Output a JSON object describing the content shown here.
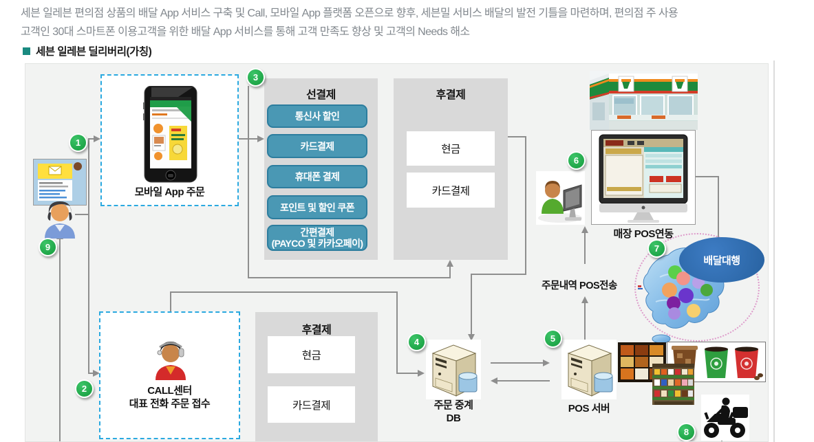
{
  "intro": {
    "line1": "세븐 일레븐 편의점 상품의 배달 App 서비스 구축 및 Call, 모바일 App 플랫폼 오픈으로 향후, 세븐밀 서비스 배달의 발전 기틀을 마련하며, 편의점 주 사용",
    "line2": "고객인 30대 스마트폰 이용고객을 위한 배달 App 서비스를 통해 고객 만족도 향상 및 고객의 Needs 해소"
  },
  "section": {
    "title": "세븐 일레븐 딜리버리(가칭)"
  },
  "steps": {
    "s1": "1",
    "s2": "2",
    "s3": "3",
    "s4": "4",
    "s5": "5",
    "s6": "6",
    "s7": "7",
    "s8": "8",
    "s9": "9"
  },
  "mobile": {
    "label": "모바일 App 주문"
  },
  "prepay": {
    "title": "선결제",
    "btn1": "통신사 할인",
    "btn2": "카드결제",
    "btn3": "휴대폰 결제",
    "btn4": "포인트 및 할인 쿠폰",
    "btn5_line1": "간편결제",
    "btn5_line2": "(PAYCO 및 카카오페이)"
  },
  "postpay_top": {
    "title": "후결제",
    "cash": "현금",
    "card": "카드결제"
  },
  "postpay_bottom": {
    "title": "후결제",
    "cash": "현금",
    "card": "카드결제"
  },
  "callcenter": {
    "line1": "CALL센터",
    "line2": "대표 전화 주문 접수"
  },
  "relay_db": {
    "line1": "주문 중계",
    "line2": "DB"
  },
  "pos_server": {
    "label": "POS 서버"
  },
  "store_pos": {
    "label": "매장 POS연동"
  },
  "order_send": {
    "label": "주문내역 POS전송"
  },
  "delivery": {
    "label": "배달대행"
  },
  "colors": {
    "accent_teal_button": "#4a98b4",
    "teal_button_border": "#2c7d9e",
    "panel_gray": "#d9d9d9",
    "green_step_badge": "#149a3c",
    "dashed_box_blue": "#2aa9e0",
    "agency_ellipse_blue": "#2c6cb4",
    "connector_gray": "#8e8e8e",
    "section_bullet_teal": "#1a8a80",
    "canvas_background": "#f2f3f2",
    "intro_text_gray": "#82888e"
  }
}
